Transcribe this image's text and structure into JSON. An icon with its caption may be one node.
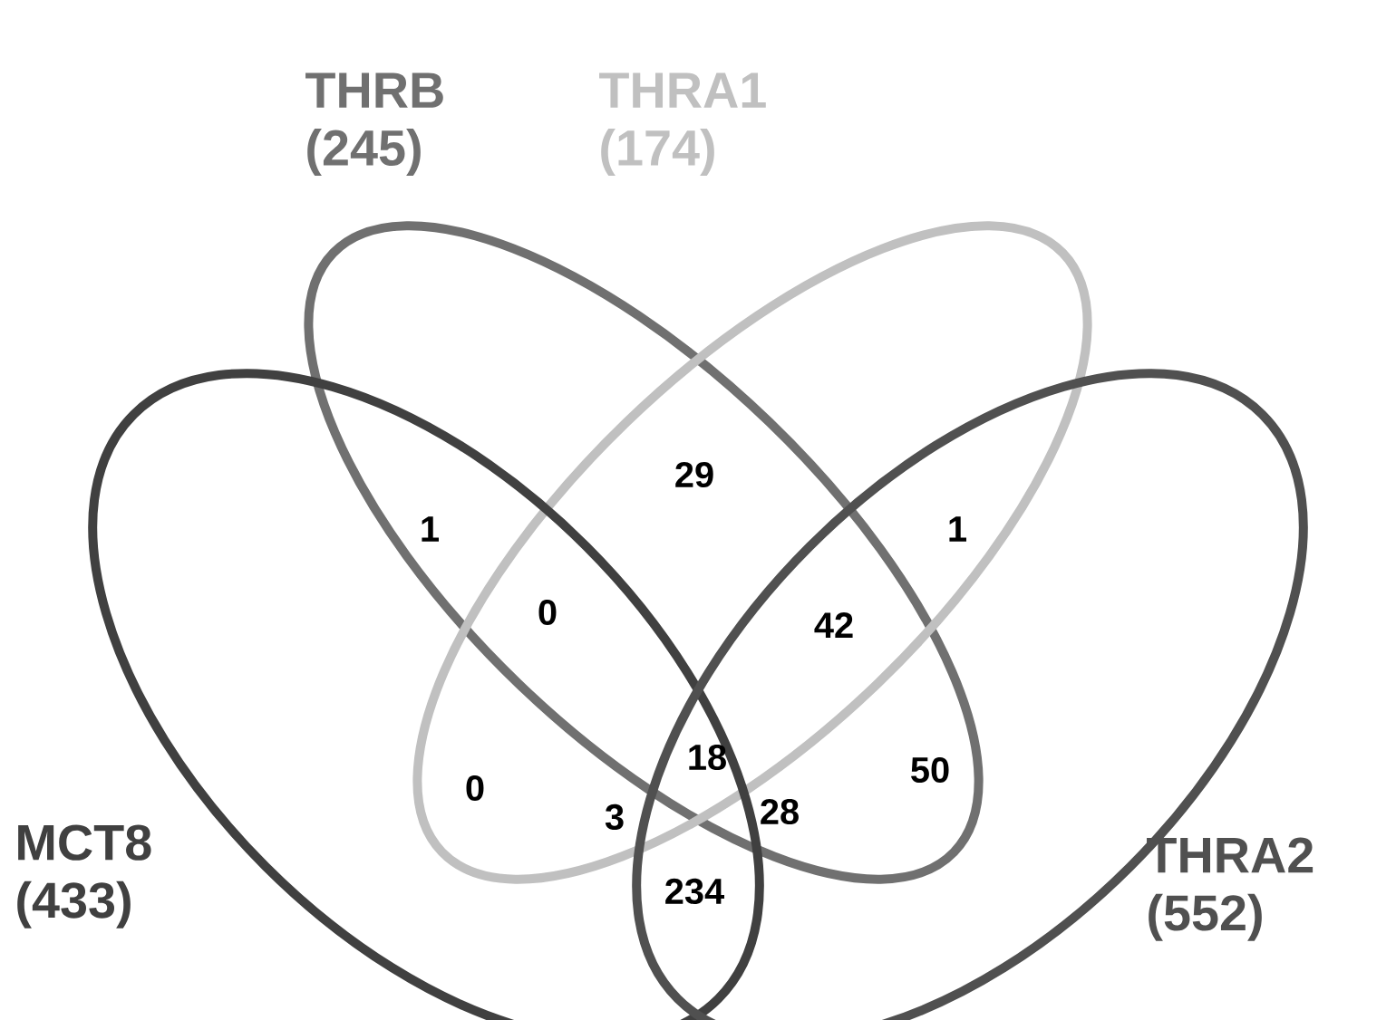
{
  "diagram": {
    "nodes": [
      {
        "text": [
          "THRB (245)"
        ]
      },
      {
        "text": [
          "THRA1 (174)"
        ]
      },
      {
        "text": [
          "MCT8 (433)"
        ]
      },
      {
        "text": [
          "THRA2 (552)"
        ]
      }
    ],
    "labels": [
      "1",
      "29",
      "1",
      "0",
      "42",
      "18",
      "0",
      "50",
      "3",
      "28",
      "234"
    ]
  }
}
